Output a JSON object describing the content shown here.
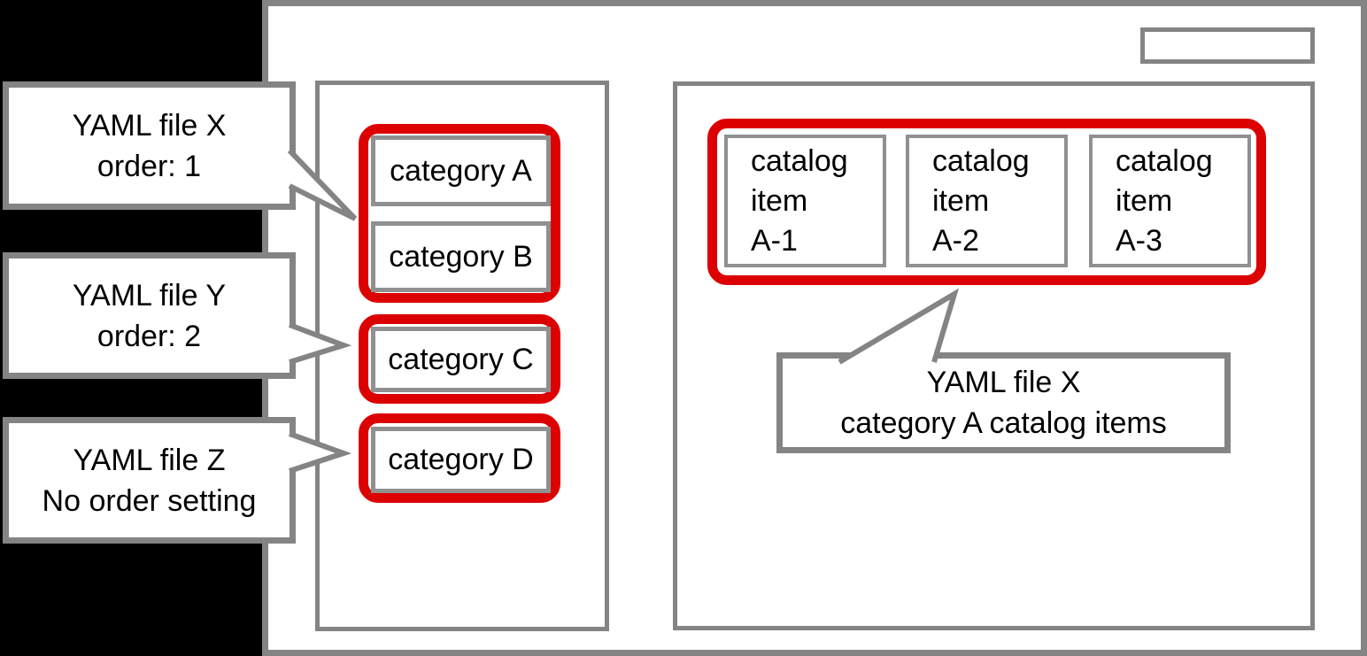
{
  "colors": {
    "highlight_red": "#dc0000",
    "frame_gray": "#848484",
    "background_black": "#000000"
  },
  "callouts": [
    {
      "line1": "YAML file X",
      "line2": "order: 1"
    },
    {
      "line1": "YAML file Y",
      "line2": "order: 2"
    },
    {
      "line1": "YAML file Z",
      "line2": "No order setting"
    },
    {
      "line1": "YAML file X",
      "line2": "category A catalog items"
    }
  ],
  "categories": [
    {
      "label": "category A"
    },
    {
      "label": "category B"
    },
    {
      "label": "category C"
    },
    {
      "label": "category D"
    }
  ],
  "catalog_items": [
    {
      "line1": "catalog",
      "line2": "item",
      "line3": "A-1"
    },
    {
      "line1": "catalog",
      "line2": "item",
      "line3": "A-2"
    },
    {
      "line1": "catalog",
      "line2": "item",
      "line3": "A-3"
    }
  ]
}
